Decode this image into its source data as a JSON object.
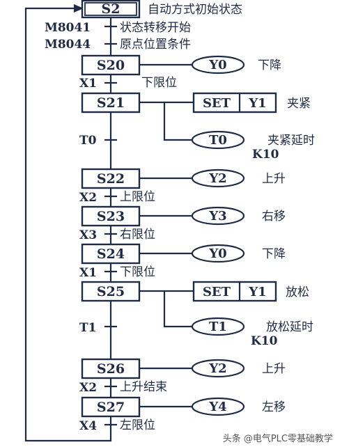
{
  "steps": [
    {
      "id": "S2",
      "initial": true,
      "note": "自动方式初始状态"
    },
    {
      "id": "S20",
      "output": "Y0",
      "action": "下降"
    },
    {
      "id": "S21",
      "set": {
        "cmd": "SET",
        "coil": "Y1"
      },
      "action": "夹紧",
      "timer": {
        "coil": "T0",
        "action": "夹紧延时",
        "k": "K10"
      }
    },
    {
      "id": "S22",
      "output": "Y2",
      "action": "上升"
    },
    {
      "id": "S23",
      "output": "Y3",
      "action": "右移"
    },
    {
      "id": "S24",
      "output": "Y0",
      "action": "下降"
    },
    {
      "id": "S25",
      "set": {
        "cmd": "SET",
        "coil": "Y1"
      },
      "action": "放松",
      "timer": {
        "coil": "T1",
        "action": "放松延时",
        "k": "K10"
      }
    },
    {
      "id": "S26",
      "output": "Y2",
      "action": "上升"
    },
    {
      "id": "S27",
      "output": "Y4",
      "action": "左移"
    }
  ],
  "transitions": [
    {
      "code": "M8041",
      "text": "状态转移开始"
    },
    {
      "code": "M8044",
      "text": "原点位置条件"
    },
    {
      "code": "X1",
      "text": "下限位"
    },
    {
      "code": "T0",
      "text": ""
    },
    {
      "code": "X2",
      "text": "上限位"
    },
    {
      "code": "X3",
      "text": "右限位"
    },
    {
      "code": "X1",
      "text": "下限位"
    },
    {
      "code": "T1",
      "text": ""
    },
    {
      "code": "X2",
      "text": "上升结束"
    },
    {
      "code": "X4",
      "text": "左限位"
    }
  ],
  "watermark": "头条 @电气PLC零基础教学"
}
